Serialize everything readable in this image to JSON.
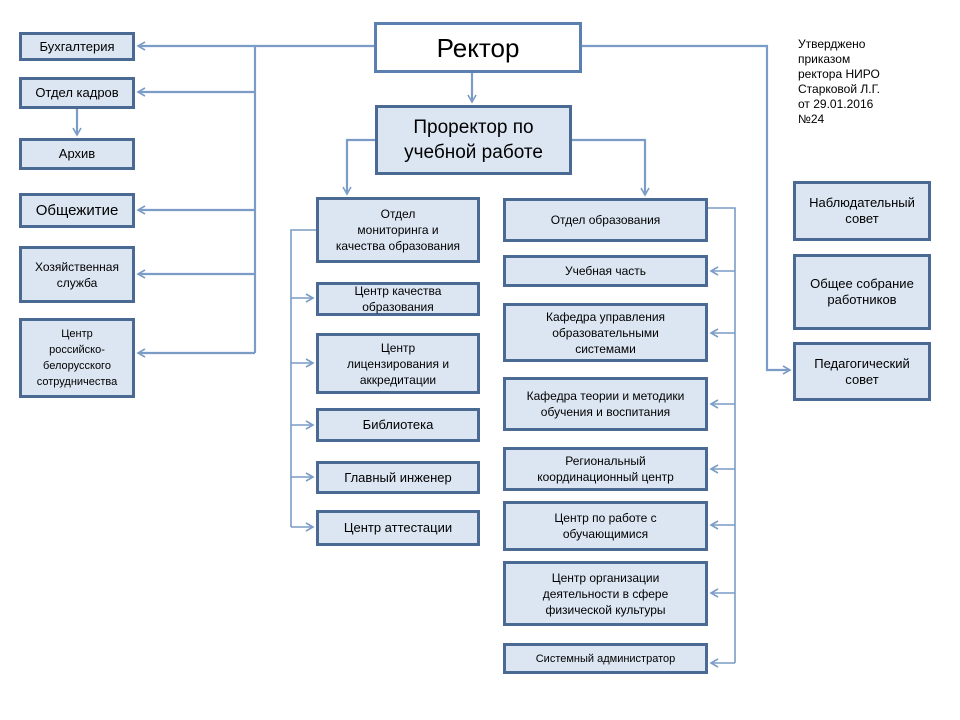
{
  "colors": {
    "box_fill": "#dce6f2",
    "box_border": "#4a6a94",
    "connector": "#7a9cc6",
    "rector_fill": "#ffffff"
  },
  "approval_note": "Утверджено\nприказом\nректора НИРО\nСтарковой Л.Г.\nот 29.01.2016\n№24",
  "rector": "Ректор",
  "prorector": "Проректор по\nучебной работе",
  "left_units": [
    "Бухгалтерия",
    "Отдел кадров",
    "Архив",
    "Общежитие",
    "Хозяйственная\nслужба",
    "Центр\nроссийско-\nбелорусского\nсотрудничества"
  ],
  "monitoring_branch": {
    "head": "Отдел\nмониторинга и\nкачества образования",
    "units": [
      "Центр качества\nобразования",
      "Центр\nлицензирования и\nаккредитации",
      "Библиотека",
      "Главный инженер",
      "Центр аттестации"
    ]
  },
  "education_branch": {
    "head": "Отдел образования",
    "units": [
      "Учебная часть",
      "Кафедра управления\nобразовательными\nсистемами",
      "Кафедра теории и методики\nобучения и воспитания",
      "Региональный\nкоординационный центр",
      "Центр по работе с\nобучающимися",
      "Центр организации\nдеятельности в сфере\nфизической культуры",
      "Системный администратор"
    ]
  },
  "councils": [
    "Наблюдательный\nсовет",
    "Общее собрание\nработников",
    "Педагогический\nсовет"
  ]
}
